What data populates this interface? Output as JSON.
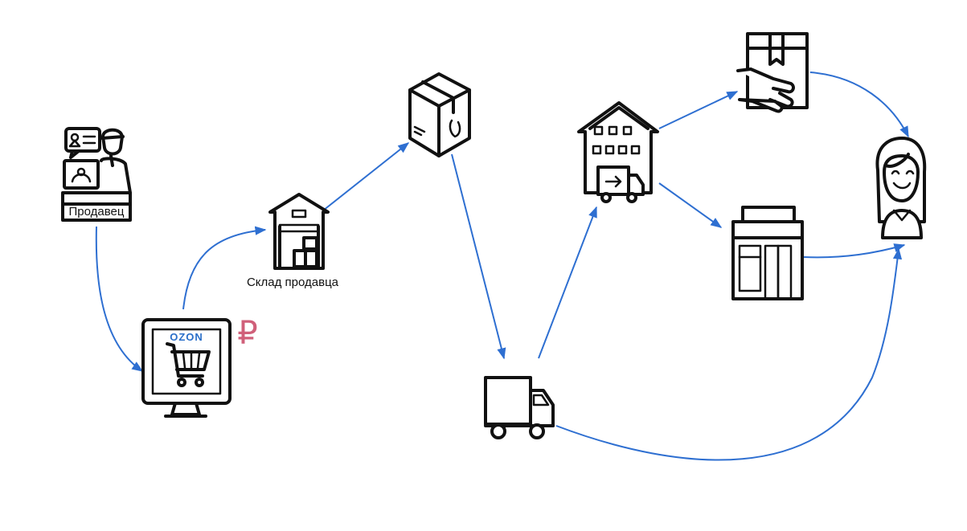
{
  "colors": {
    "arrow": "#2e6fd1",
    "currency": "#d0607a",
    "brand": "#2a6fc9"
  },
  "nodes": {
    "seller": {
      "label": "Продавец",
      "icon": "seller-at-desk-icon"
    },
    "marketplace": {
      "brand": "OZON",
      "currency_symbol": "₽",
      "icon": "monitor-cart-icon"
    },
    "seller_warehouse": {
      "label": "Склад продавца",
      "icon": "warehouse-icon"
    },
    "parcel": {
      "icon": "package-box-icon"
    },
    "truck": {
      "icon": "delivery-truck-icon"
    },
    "sorting_center": {
      "icon": "distribution-center-icon"
    },
    "pickup_point": {
      "icon": "hand-over-parcel-icon"
    },
    "store": {
      "icon": "storefront-icon"
    },
    "customer": {
      "icon": "customer-woman-icon"
    }
  },
  "edges": [
    {
      "from": "seller",
      "to": "marketplace"
    },
    {
      "from": "marketplace",
      "to": "seller_warehouse"
    },
    {
      "from": "seller_warehouse",
      "to": "parcel"
    },
    {
      "from": "parcel",
      "to": "truck"
    },
    {
      "from": "truck",
      "to": "sorting_center"
    },
    {
      "from": "sorting_center",
      "to": "pickup_point"
    },
    {
      "from": "sorting_center",
      "to": "store"
    },
    {
      "from": "pickup_point",
      "to": "customer"
    },
    {
      "from": "store",
      "to": "customer"
    },
    {
      "from": "truck",
      "to": "customer"
    }
  ]
}
